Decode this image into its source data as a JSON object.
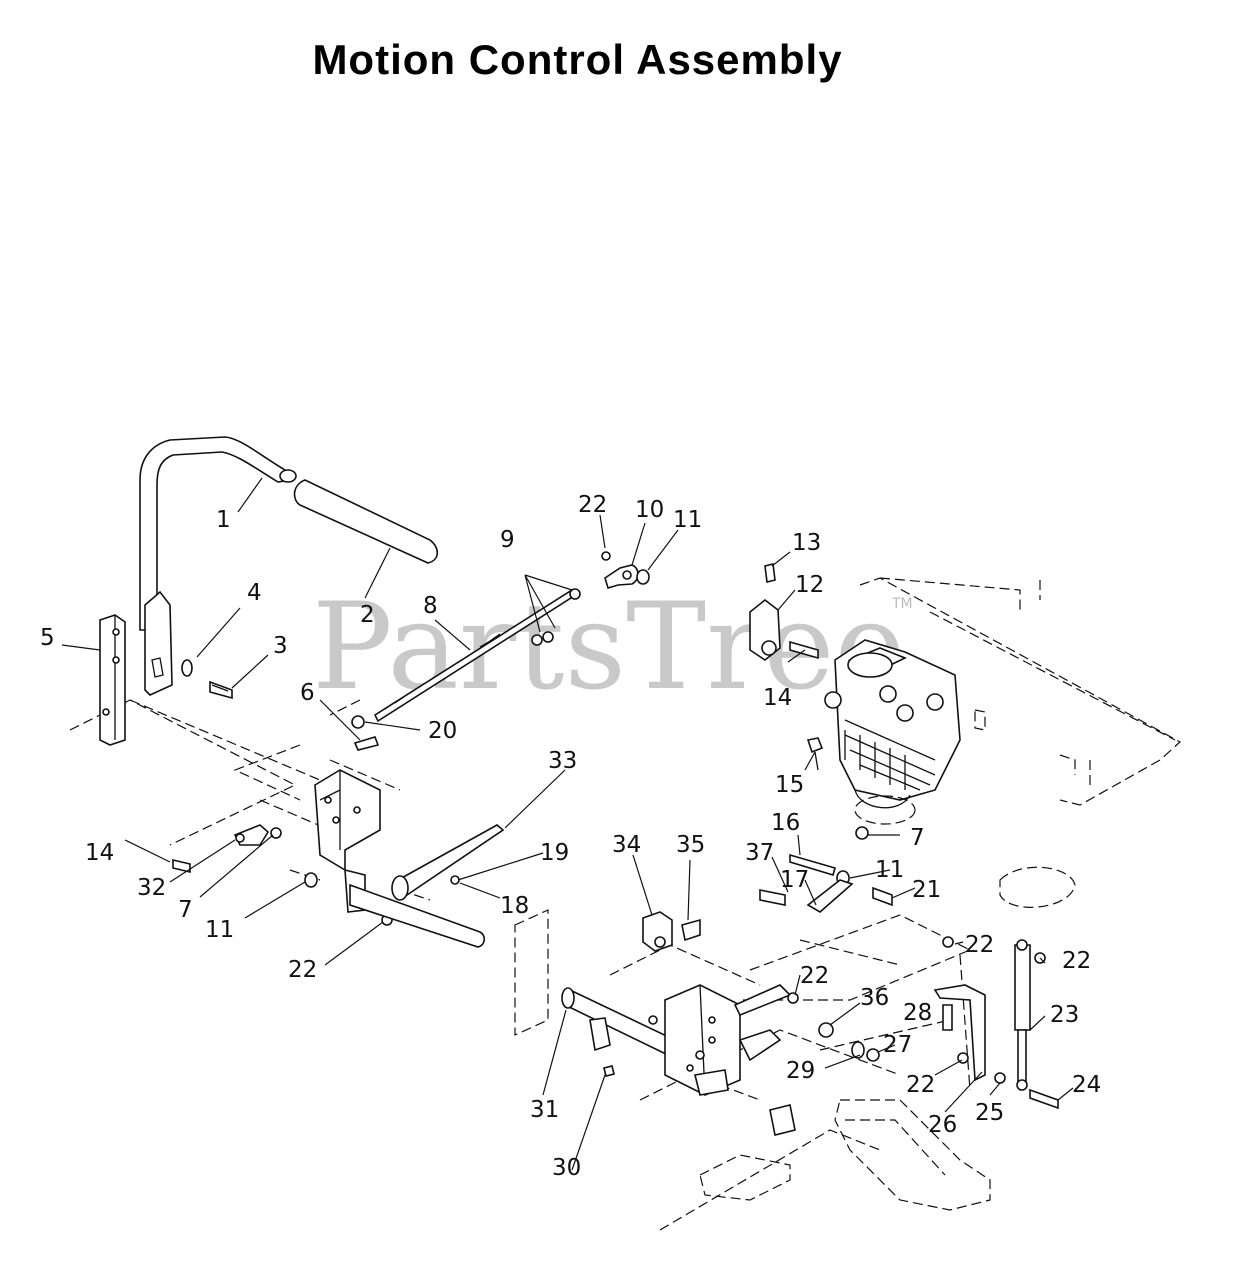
{
  "title": "Motion Control Assembly",
  "watermark": "PartsTree",
  "watermark_mark": "TM",
  "callouts": [
    "1",
    "2",
    "3",
    "4",
    "5",
    "6",
    "7",
    "8",
    "9",
    "10",
    "11",
    "12",
    "13",
    "14",
    "15",
    "16",
    "17",
    "18",
    "19",
    "20",
    "21",
    "22",
    "23",
    "24",
    "25",
    "26",
    "27",
    "28",
    "29",
    "30",
    "31",
    "32",
    "33",
    "34",
    "35",
    "36",
    "37"
  ]
}
